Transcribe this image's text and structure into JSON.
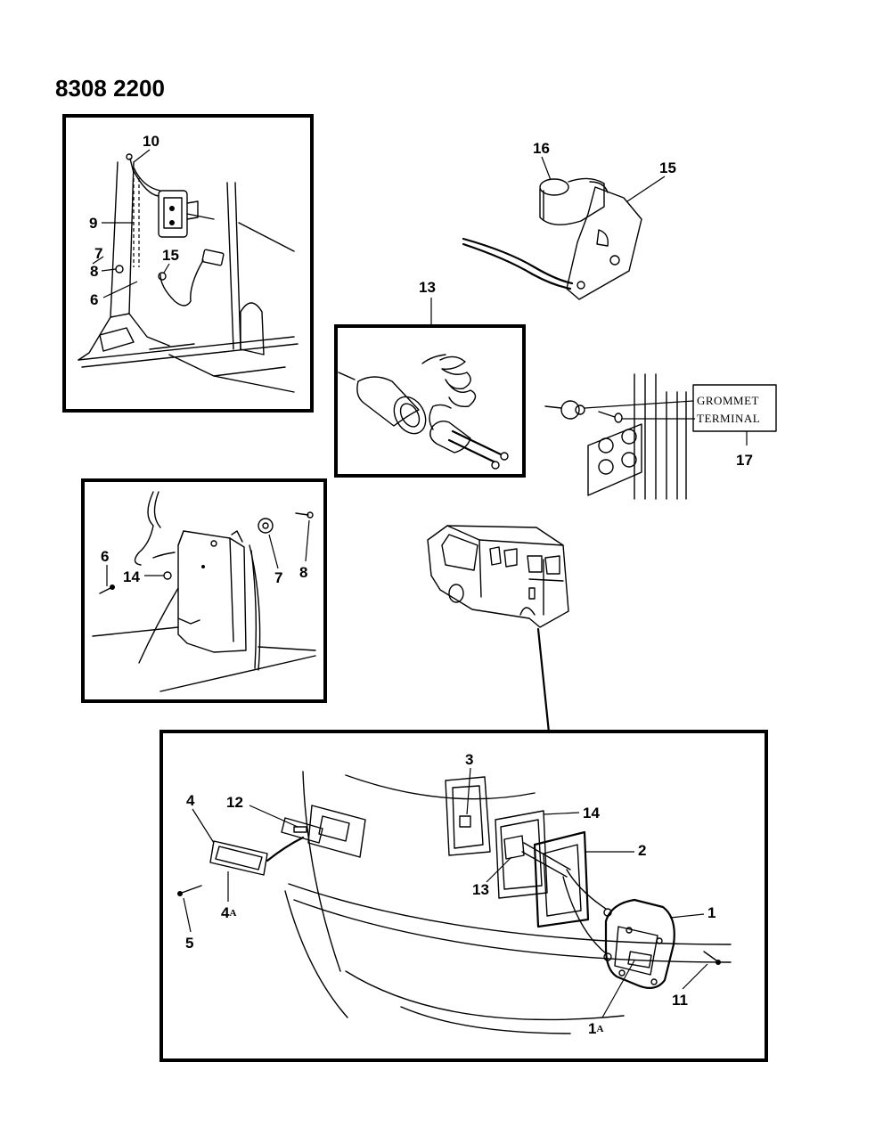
{
  "document": {
    "code": "8308 2200"
  },
  "labels": {
    "p1_10": "10",
    "p1_9": "9",
    "p1_7": "7",
    "p1_8": "8",
    "p1_15": "15",
    "p1_6": "6",
    "p2_16": "16",
    "p2_15": "15",
    "p3_13": "13",
    "p4_grommet": "GROMMET",
    "p4_terminal": "TERMINAL",
    "p4_17": "17",
    "p5_6": "6",
    "p5_14": "14",
    "p5_7": "7",
    "p5_8": "8",
    "p6_3": "3",
    "p6_4": "4",
    "p6_12": "12",
    "p6_14": "14",
    "p6_2": "2",
    "p6_4a_num": "4",
    "p6_4a_sup": "A",
    "p6_13": "13",
    "p6_1": "1",
    "p6_5": "5",
    "p6_11": "11",
    "p6_1a_num": "1",
    "p6_1a_sup": "A"
  }
}
